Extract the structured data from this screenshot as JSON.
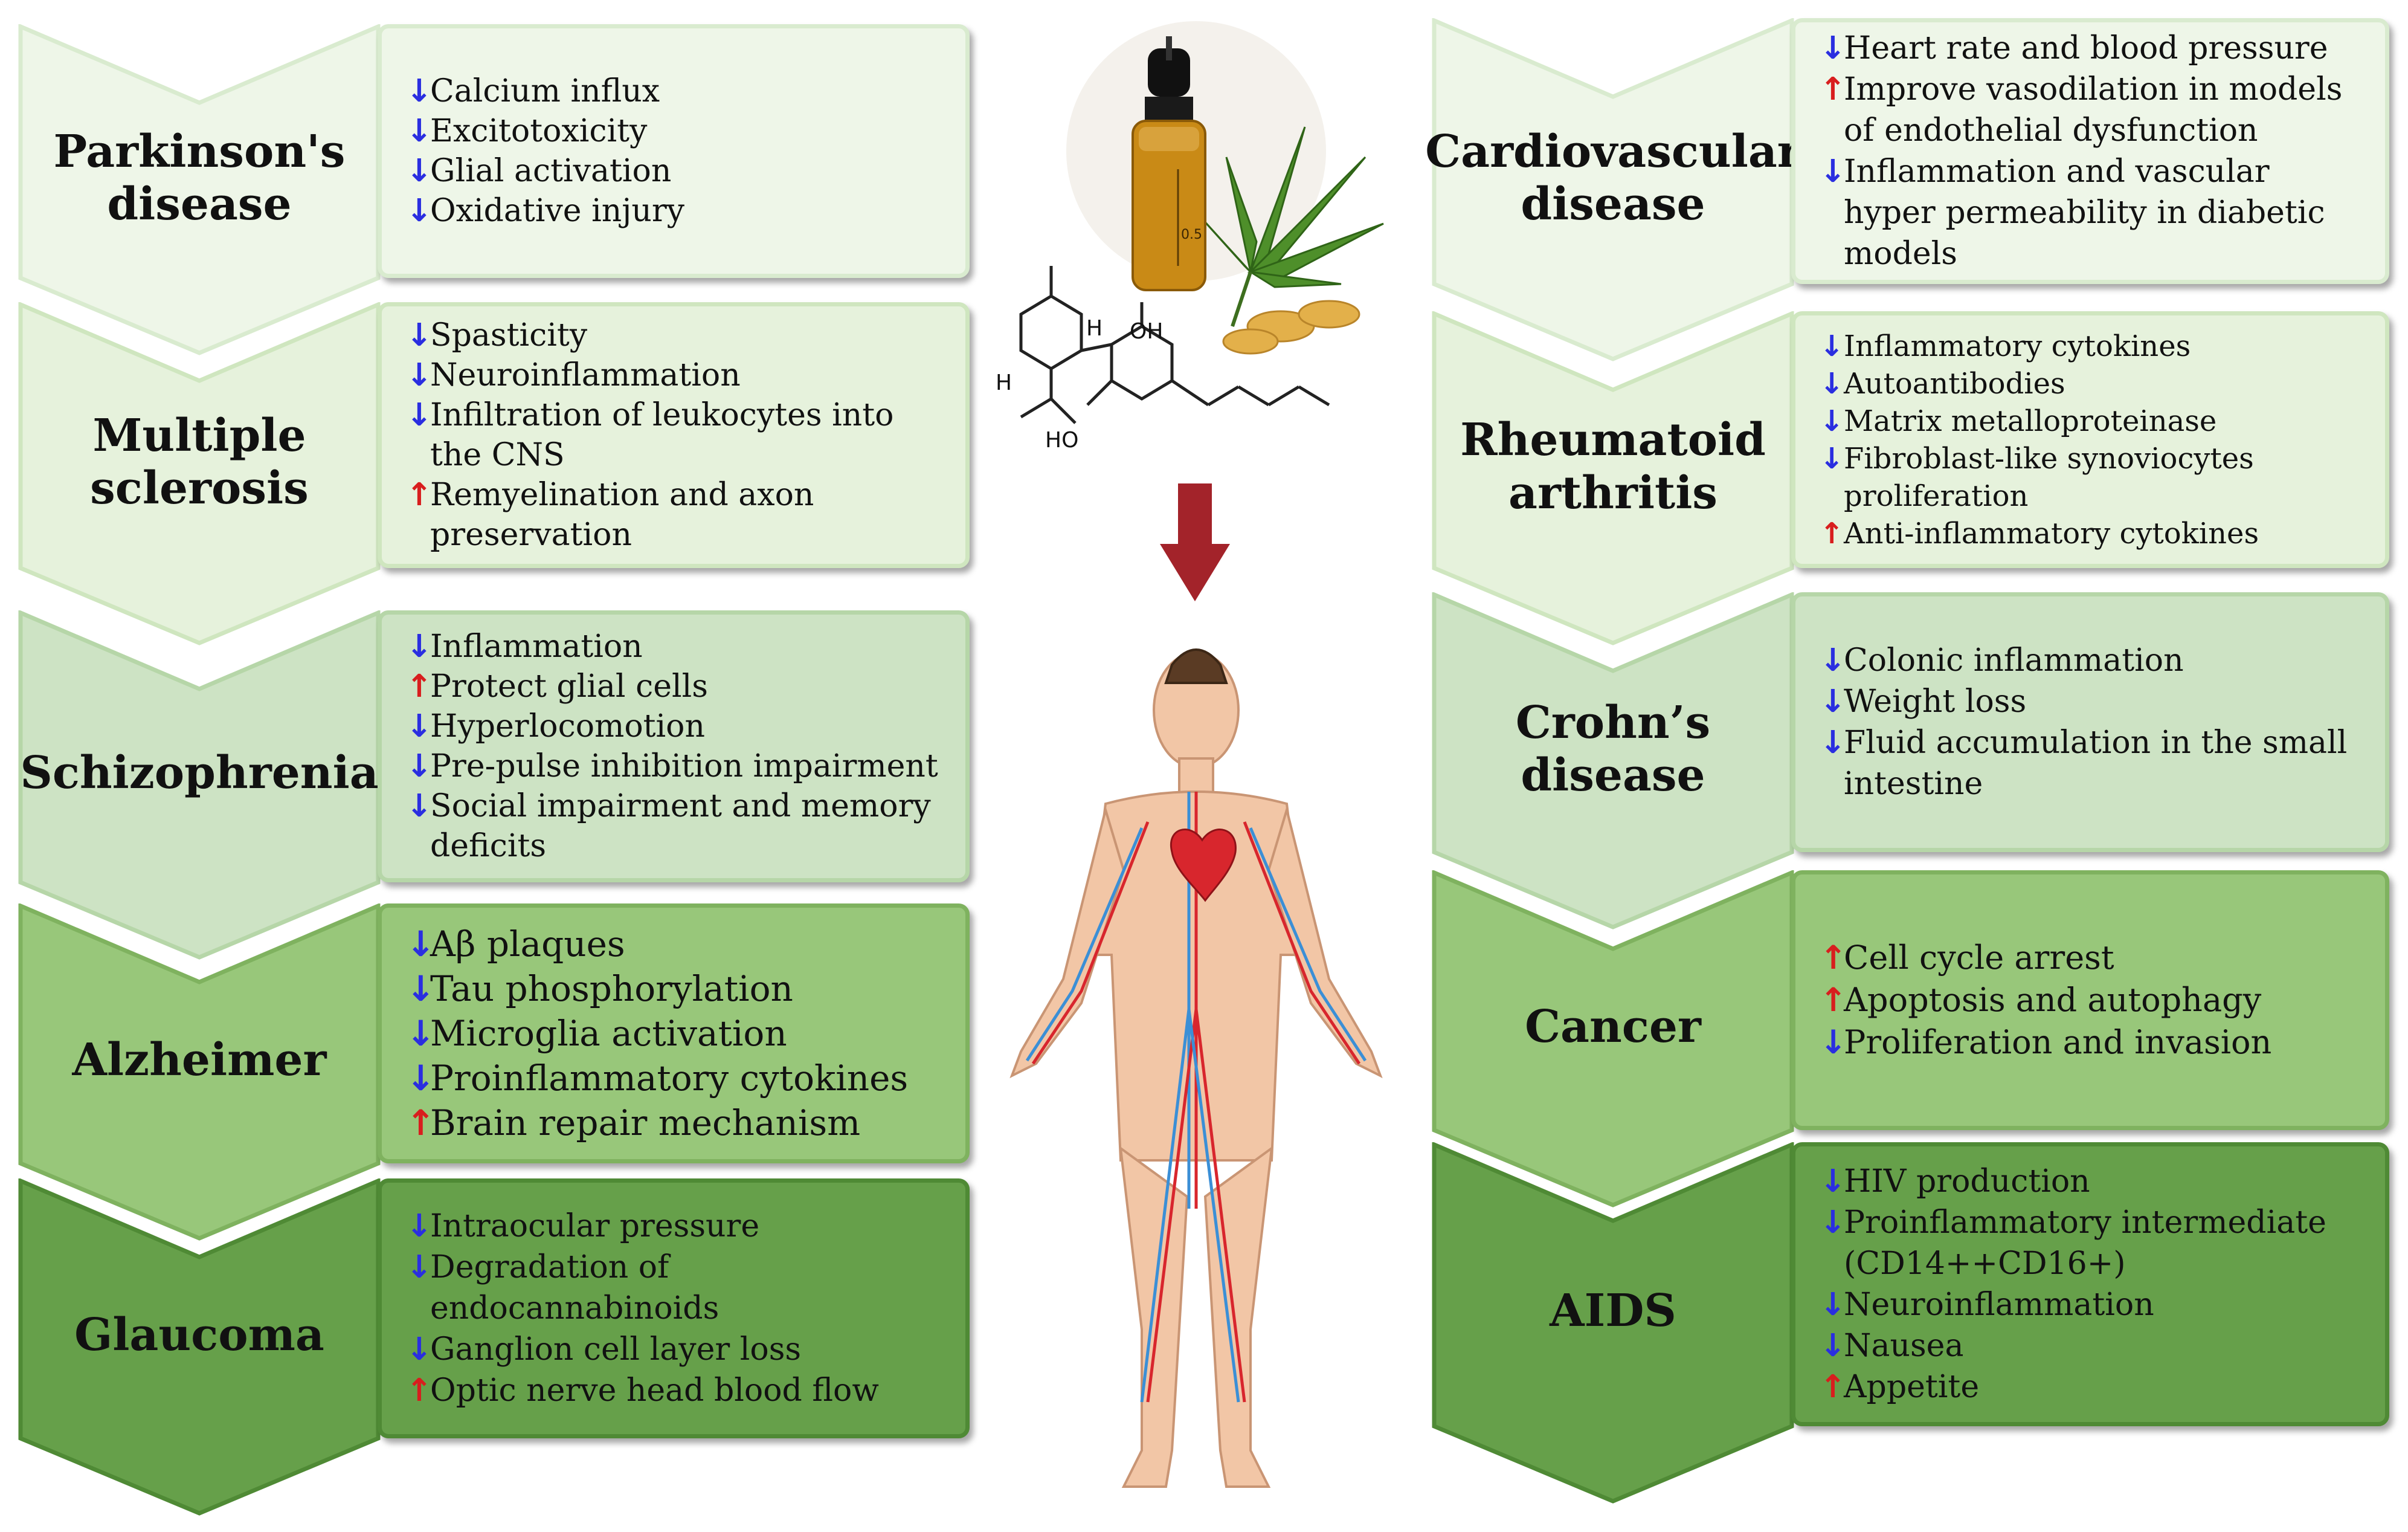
{
  "left": [
    {
      "disease": "Parkinson's disease",
      "fill": "#eef6e8",
      "border": "#d9ebcf",
      "effects": [
        {
          "dir": "down",
          "text": "Calcium influx"
        },
        {
          "dir": "down",
          "text": "Excitotoxicity"
        },
        {
          "dir": "down",
          "text": "Glial activation"
        },
        {
          "dir": "down",
          "text": "Oxidative injury"
        }
      ]
    },
    {
      "disease": "Multiple sclerosis",
      "fill": "#e6f2dc",
      "border": "#cfe6bf",
      "effects": [
        {
          "dir": "down",
          "text": "Spasticity"
        },
        {
          "dir": "down",
          "text": "Neuroinflammation"
        },
        {
          "dir": "down",
          "text": "Infiltration of leukocytes into the CNS"
        },
        {
          "dir": "up",
          "text": "Remyelination and axon preservation"
        }
      ]
    },
    {
      "disease": "Schizophrenia",
      "fill": "#cde3c4",
      "border": "#b6d6a8",
      "effects": [
        {
          "dir": "down",
          "text": "Inflammation"
        },
        {
          "dir": "up",
          "text": "Protect glial cells"
        },
        {
          "dir": "down",
          "text": "Hyperlocomotion"
        },
        {
          "dir": "down",
          "text": "Pre-pulse inhibition impairment"
        },
        {
          "dir": "down",
          "text": "Social impairment and memory deficits"
        }
      ]
    },
    {
      "disease": "Alzheimer",
      "fill": "#98c77a",
      "border": "#7fb25f",
      "effects": [
        {
          "dir": "down",
          "text": "Aβ plaques"
        },
        {
          "dir": "down",
          "text": "Tau phosphorylation"
        },
        {
          "dir": "down",
          "text": "Microglia activation"
        },
        {
          "dir": "down",
          "text": "Proinflammatory cytokines"
        },
        {
          "dir": "up",
          "text": "Brain repair mechanism"
        }
      ]
    },
    {
      "disease": "Glaucoma",
      "fill": "#66a04a",
      "border": "#4f8a35",
      "effects": [
        {
          "dir": "down",
          "text": "Intraocular pressure"
        },
        {
          "dir": "down",
          "text": "Degradation of endocannabinoids"
        },
        {
          "dir": "down",
          "text": "Ganglion cell layer loss"
        },
        {
          "dir": "up",
          "text": "Optic nerve head blood flow"
        }
      ]
    }
  ],
  "right": [
    {
      "disease": "Cardiovascular disease",
      "fill": "#eef6e8",
      "border": "#d9ebcf",
      "effects": [
        {
          "dir": "down",
          "text": "Heart rate and blood pressure"
        },
        {
          "dir": "up",
          "text": "Improve vasodilation in models of endothelial dysfunction"
        },
        {
          "dir": "down",
          "text": "Inflammation  and vascular hyper permeability in diabetic models"
        }
      ]
    },
    {
      "disease": "Rheumatoid arthritis",
      "fill": "#e6f2dc",
      "border": "#cfe6bf",
      "effects": [
        {
          "dir": "down",
          "text": "Inflammatory cytokines"
        },
        {
          "dir": "down",
          "text": "Autoantibodies"
        },
        {
          "dir": "down",
          "text": "Matrix metalloproteinase"
        },
        {
          "dir": "down",
          "text": "Fibroblast-like synoviocytes proliferation"
        },
        {
          "dir": "up",
          "text": "Anti-inflammatory cytokines"
        }
      ]
    },
    {
      "disease": "Crohn’s disease",
      "fill": "#cde3c4",
      "border": "#b6d6a8",
      "effects": [
        {
          "dir": "down",
          "text": "Colonic inflammation"
        },
        {
          "dir": "down",
          "text": "Weight loss"
        },
        {
          "dir": "down",
          "text": "Fluid accumulation in the small intestine"
        }
      ]
    },
    {
      "disease": "Cancer",
      "fill": "#98c77a",
      "border": "#7fb25f",
      "effects": [
        {
          "dir": "up",
          "text": "Cell cycle arrest"
        },
        {
          "dir": "up",
          "text": "Apoptosis and autophagy"
        },
        {
          "dir": "down",
          "text": "Proliferation and invasion"
        }
      ]
    },
    {
      "disease": "AIDS",
      "fill": "#66a04a",
      "border": "#4f8a35",
      "effects": [
        {
          "dir": "down",
          "text": "HIV production"
        },
        {
          "dir": "down",
          "text": "Proinflammatory intermediate (CD14++CD16+)"
        },
        {
          "dir": "down",
          "text": "Neuroinflammation"
        },
        {
          "dir": "down",
          "text": "Nausea"
        },
        {
          "dir": "up",
          "text": "Appetite"
        }
      ]
    }
  ],
  "molecule": {
    "labels": [
      "H",
      "OH",
      "H",
      "HO"
    ]
  },
  "bottle_mark": "0.5",
  "arrow_color": "#a3232a"
}
